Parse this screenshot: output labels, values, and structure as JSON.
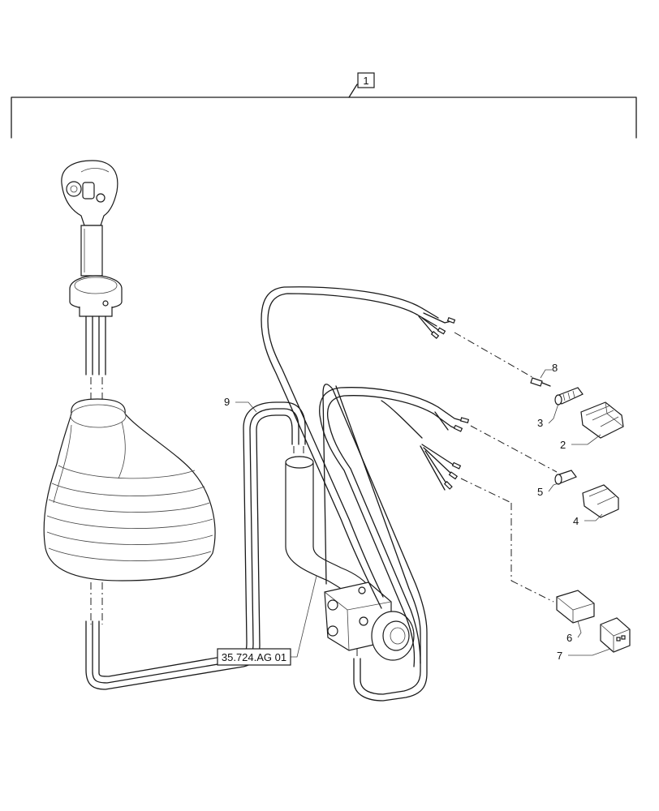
{
  "assembly_callout": "1",
  "reference_label": "35.724.AG 01",
  "callouts": [
    {
      "id": "callout-8",
      "text": "8"
    },
    {
      "id": "callout-3",
      "text": "3"
    },
    {
      "id": "callout-2",
      "text": "2"
    },
    {
      "id": "callout-5",
      "text": "5"
    },
    {
      "id": "callout-4",
      "text": "4"
    },
    {
      "id": "callout-6",
      "text": "6"
    },
    {
      "id": "callout-7",
      "text": "7"
    },
    {
      "id": "callout-9",
      "text": "9"
    }
  ]
}
